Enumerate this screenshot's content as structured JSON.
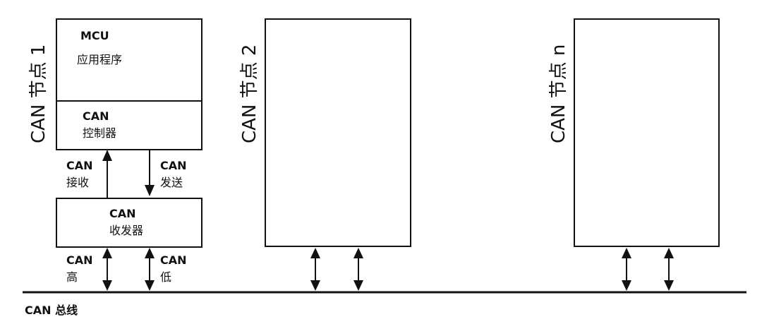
{
  "nodes": [
    {
      "label": "CAN 节点 1",
      "mcu": {
        "title": "MCU",
        "subtitle": "应用程序"
      },
      "controller": {
        "title": "CAN",
        "subtitle": "控制器"
      },
      "transceiver": {
        "title": "CAN",
        "subtitle": "收发器"
      },
      "receive": {
        "title": "CAN",
        "subtitle": "接收"
      },
      "send": {
        "title": "CAN",
        "subtitle": "发送"
      },
      "can_high": {
        "title": "CAN",
        "subtitle": "高"
      },
      "can_low": {
        "title": "CAN",
        "subtitle": "低"
      }
    },
    {
      "label": "CAN 节点 2"
    },
    {
      "label": "CAN 节点 n"
    }
  ],
  "bus": {
    "label": "CAN 总线"
  },
  "colors": {
    "line": "#111111",
    "background": "#ffffff"
  }
}
